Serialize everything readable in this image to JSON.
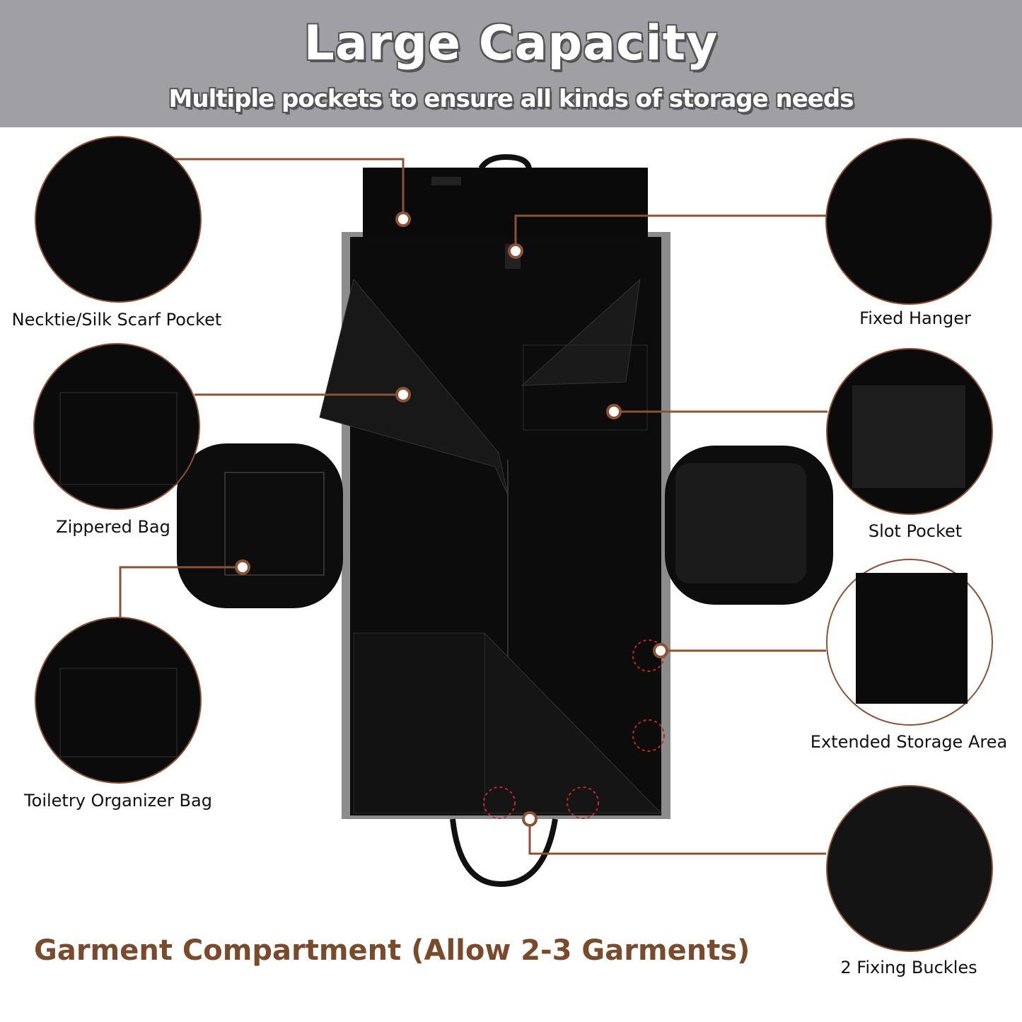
{
  "header": {
    "title": "Large Capacity",
    "subtitle": "Multiple pockets to ensure all kinds of storage needs"
  },
  "callouts": {
    "necktie": "Necktie/Silk Scarf Pocket",
    "zippered": "Zippered Bag",
    "toiletry": "Toiletry Organizer Bag",
    "hanger": "Fixed Hanger",
    "slot": "Slot Pocket",
    "extended": "Extended Storage Area",
    "buckles": "2 Fixing Buckles"
  },
  "footer": {
    "caption": "Garment Compartment (Allow 2-3 Garments)"
  },
  "colors": {
    "header_bg": "#a09fa3",
    "accent": "#8b5234",
    "caption": "#7a4a2c"
  }
}
